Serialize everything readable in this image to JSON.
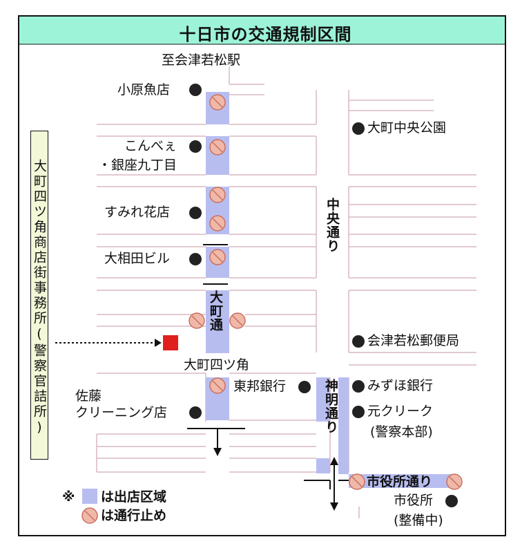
{
  "title": "十日市の交通規制区間",
  "colors": {
    "title_band": "#9cf3d8",
    "zone": "#b8bdf0",
    "no_entry_fill": "#f0b8a8",
    "no_entry_stroke": "#d07a6a",
    "office_marker": "#e0201c",
    "street_line": "#d8b8c0",
    "frame": "#111111"
  },
  "labels": {
    "station": "至会津若松駅",
    "ohara": "小原魚店",
    "konbee": "こんべぇ",
    "ginza": "・銀座九丁目",
    "sumire": "すみれ花店",
    "oaida": "大相田ビル",
    "yotsukado": "大町四ツ角",
    "sato_1": "佐藤",
    "sato_2": "クリーニング店",
    "toho": "東邦銀行",
    "park": "大町中央公園",
    "post": "会津若松郵便局",
    "mizuho": "みずほ銀行",
    "moto_1": "元クリーク",
    "moto_2": "(警察本部)",
    "cityhall_1": "市役所",
    "cityhall_2": "(整備中)"
  },
  "streets": {
    "omachi": "大町通",
    "chuo": "中央通り",
    "shinmei": "神明通り",
    "shiyakusho": "市役所通り"
  },
  "office": "大町四ツ角商店街事務所(警察官詰所)",
  "legend": {
    "marker": "※",
    "zone_label": "は出店区域",
    "stop_label": "は通行止め"
  },
  "icons": {
    "no_entry": "no-entry-icon",
    "shop_dot": "location-dot-icon",
    "arrow": "arrow-icon",
    "office_marker": "square-marker-icon"
  }
}
